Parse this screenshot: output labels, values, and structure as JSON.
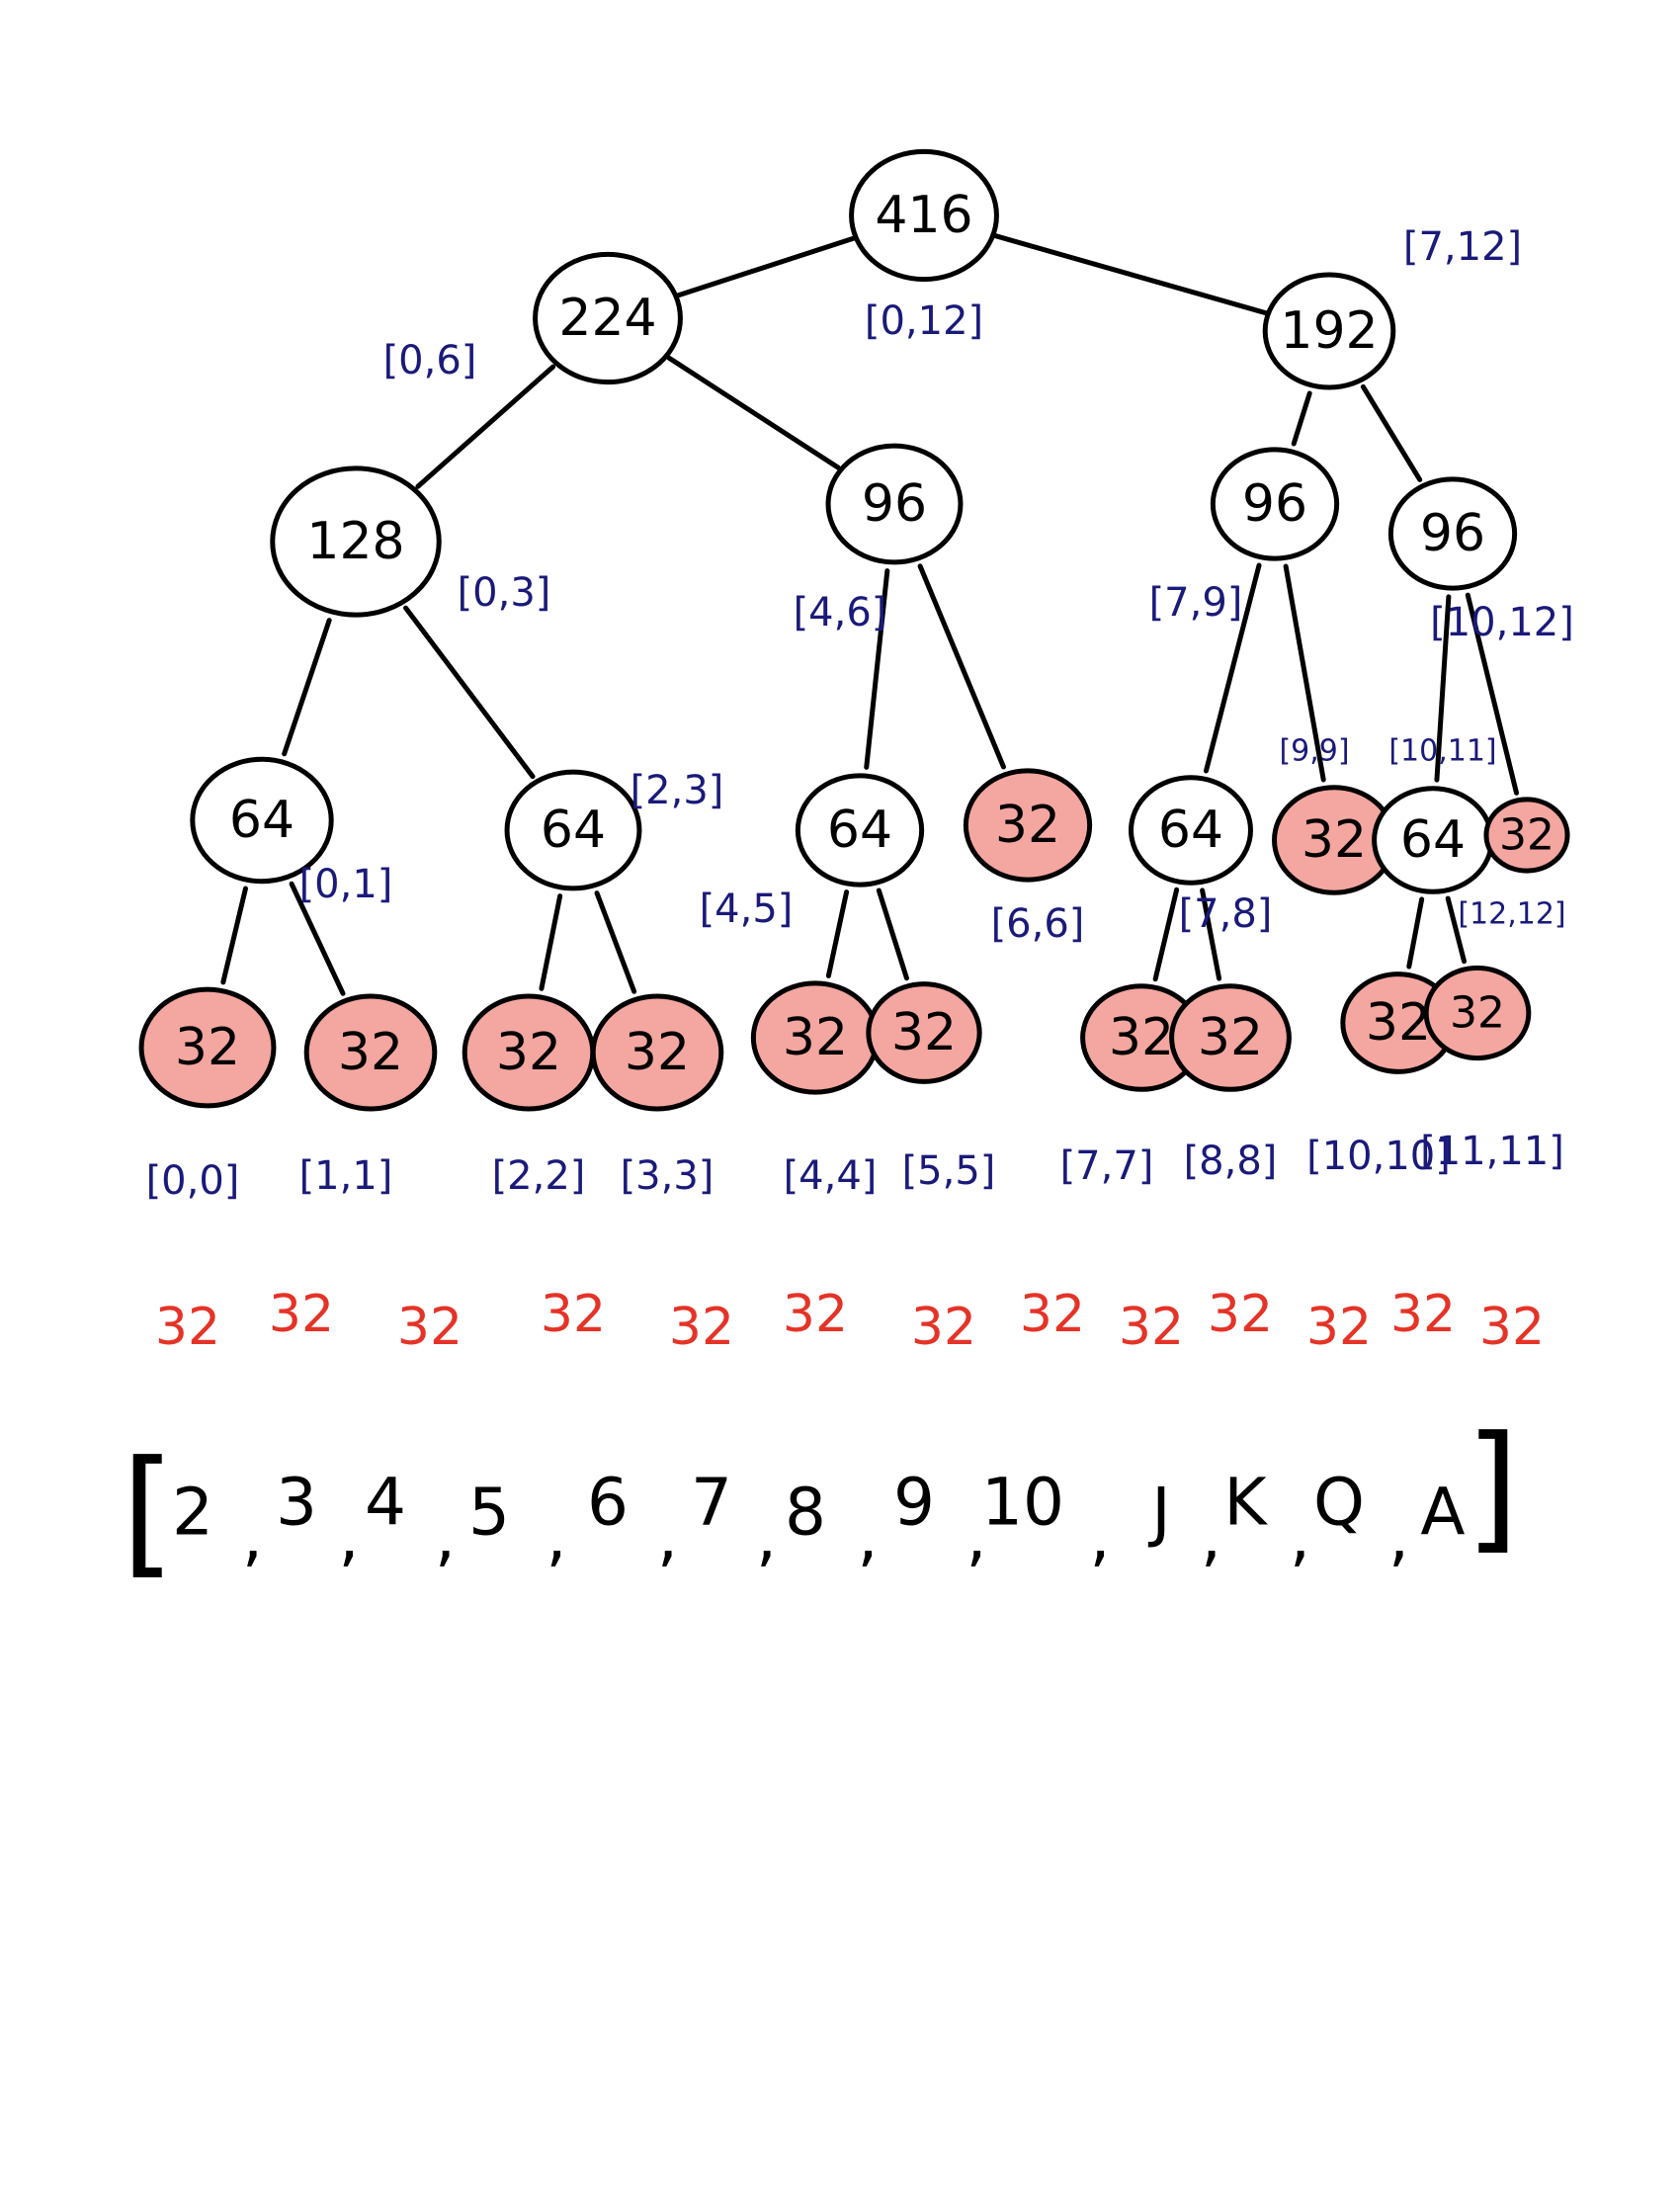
{
  "tree": {
    "nodes": [
      {
        "id": "n0",
        "value": "416",
        "range": "[0,12]"
      },
      {
        "id": "n1",
        "value": "224",
        "range": "[0,6]"
      },
      {
        "id": "n2",
        "value": "192",
        "range": "[7,12]"
      },
      {
        "id": "n3",
        "value": "128",
        "range": "[0,3]"
      },
      {
        "id": "n4",
        "value": "96",
        "range": "[4,6]"
      },
      {
        "id": "n5",
        "value": "96",
        "range": "[7,9]"
      },
      {
        "id": "n6",
        "value": "96",
        "range": "[10,12]"
      },
      {
        "id": "n7",
        "value": "64",
        "range": "[0,1]"
      },
      {
        "id": "n8",
        "value": "64",
        "range": "[2,3]"
      },
      {
        "id": "n9",
        "value": "64",
        "range": "[4,5]"
      },
      {
        "id": "n10",
        "value": "32",
        "range": "[6,6]",
        "leaf": true
      },
      {
        "id": "n11",
        "value": "64",
        "range": "[7,8]"
      },
      {
        "id": "n12",
        "value": "32",
        "range": "[9,9]",
        "leaf": true
      },
      {
        "id": "n13",
        "value": "64",
        "range": "[10,11]"
      },
      {
        "id": "n14",
        "value": "32",
        "range": "[12,12]",
        "leaf": true
      },
      {
        "id": "n15",
        "value": "32",
        "range": "[0,0]",
        "leaf": true
      },
      {
        "id": "n16",
        "value": "32",
        "range": "[1,1]",
        "leaf": true
      },
      {
        "id": "n17",
        "value": "32",
        "range": "[2,2]",
        "leaf": true
      },
      {
        "id": "n18",
        "value": "32",
        "range": "[3,3]",
        "leaf": true
      },
      {
        "id": "n19",
        "value": "32",
        "range": "[4,4]",
        "leaf": true
      },
      {
        "id": "n20",
        "value": "32",
        "range": "[5,5]",
        "leaf": true
      },
      {
        "id": "n21",
        "value": "32",
        "range": "[7,7]",
        "leaf": true
      },
      {
        "id": "n22",
        "value": "32",
        "range": "[8,8]",
        "leaf": true
      },
      {
        "id": "n23",
        "value": "32",
        "range": "[10,10]",
        "leaf": true
      },
      {
        "id": "n24",
        "value": "32",
        "range": "[11,11]",
        "leaf": true
      }
    ],
    "edges": [
      [
        "n0",
        "n1"
      ],
      [
        "n0",
        "n2"
      ],
      [
        "n1",
        "n3"
      ],
      [
        "n1",
        "n4"
      ],
      [
        "n2",
        "n5"
      ],
      [
        "n2",
        "n6"
      ],
      [
        "n3",
        "n7"
      ],
      [
        "n3",
        "n8"
      ],
      [
        "n4",
        "n9"
      ],
      [
        "n4",
        "n10"
      ],
      [
        "n5",
        "n11"
      ],
      [
        "n5",
        "n12"
      ],
      [
        "n6",
        "n13"
      ],
      [
        "n6",
        "n14"
      ],
      [
        "n7",
        "n15"
      ],
      [
        "n7",
        "n16"
      ],
      [
        "n8",
        "n17"
      ],
      [
        "n8",
        "n18"
      ],
      [
        "n9",
        "n19"
      ],
      [
        "n9",
        "n20"
      ],
      [
        "n11",
        "n21"
      ],
      [
        "n11",
        "n22"
      ],
      [
        "n13",
        "n23"
      ],
      [
        "n13",
        "n24"
      ]
    ]
  },
  "counts": [
    "32",
    "32",
    "32",
    "32",
    "32",
    "32",
    "32",
    "32",
    "32",
    "32",
    "32",
    "32",
    "32"
  ],
  "cards": [
    "2",
    "3",
    "4",
    "5",
    "6",
    "7",
    "8",
    "9",
    "10",
    "J",
    "K",
    "Q",
    "A"
  ],
  "colors": {
    "leaf_fill": "#f4a6a0",
    "range_ink": "#1a1a7a",
    "count_ink": "#e53327",
    "node_ink": "#000000"
  }
}
